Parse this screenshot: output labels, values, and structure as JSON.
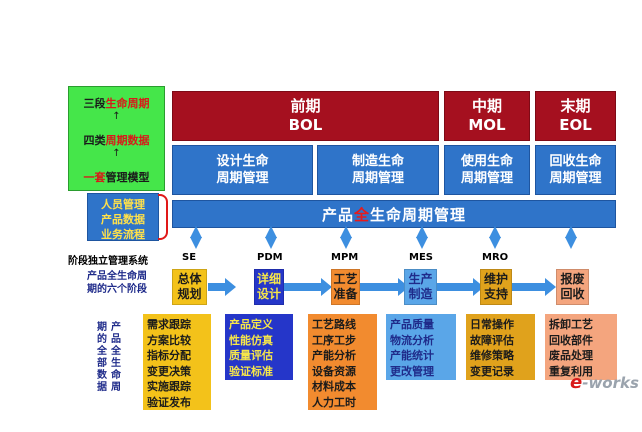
{
  "model": {
    "line1_a": "三段",
    "line1_b": "生命周期",
    "line2_a": "四类",
    "line2_b": "周期数据",
    "line3_a": "一套",
    "line3_b": "管理模型",
    "arrow": "↑"
  },
  "stages_top": [
    {
      "cn": "前期",
      "en": "BOL"
    },
    {
      "cn": "中期",
      "en": "MOL"
    },
    {
      "cn": "末期",
      "en": "EOL"
    }
  ],
  "management": [
    {
      "l1": "设计生命",
      "l2": "周期管理"
    },
    {
      "l1": "制造生命",
      "l2": "周期管理"
    },
    {
      "l1": "使用生命",
      "l2": "周期管理"
    },
    {
      "l1": "回收生命",
      "l2": "周期管理"
    }
  ],
  "mgmt_box": {
    "l1": "人员管理",
    "l2": "产品数据",
    "l3": "业务流程"
  },
  "plm_bar": {
    "a": "产品",
    "b": "全",
    "c": "生命周期管理"
  },
  "systems_label": "阶段独立管理系统",
  "systems": [
    "SE",
    "PDM",
    "MPM",
    "MES",
    "MRO"
  ],
  "six_stage_label": {
    "l1": "产品全生命周",
    "l2": "期的六个阶段"
  },
  "stages": [
    {
      "l1": "总体",
      "l2": "规划"
    },
    {
      "l1": "详细",
      "l2": "设计"
    },
    {
      "l1": "工艺",
      "l2": "准备"
    },
    {
      "l1": "生产",
      "l2": "制造"
    },
    {
      "l1": "维护",
      "l2": "支持"
    },
    {
      "l1": "报废",
      "l2": "回收"
    }
  ],
  "data_label_cols": [
    [
      "期",
      "的",
      "全",
      "部",
      "数",
      "据"
    ],
    [
      "产",
      "品",
      "全",
      "生",
      "命",
      "周"
    ]
  ],
  "lists": [
    [
      "需求跟踪",
      "方案比较",
      "指标分配",
      "变更决策",
      "实施跟踪",
      "验证发布"
    ],
    [
      "产品定义",
      "性能仿真",
      "质量评估",
      "验证标准"
    ],
    [
      "工艺路线",
      "工序工步",
      "产能分析",
      "设备资源",
      "材料成本",
      "人力工时"
    ],
    [
      "产品质量",
      "物流分析",
      "产能统计",
      "更改管理"
    ],
    [
      "日常操作",
      "故障评估",
      "维修策略",
      "变更记录"
    ],
    [
      "拆卸工艺",
      "回收部件",
      "废品处理",
      "重复利用"
    ]
  ],
  "logo": {
    "e": "e",
    "rest": "-works"
  },
  "colors": {
    "header_red": "#a5101f",
    "mgmt_blue": "#2f74c9",
    "model_green": "#45e64a",
    "arrow_blue": "#3d8fe0"
  }
}
